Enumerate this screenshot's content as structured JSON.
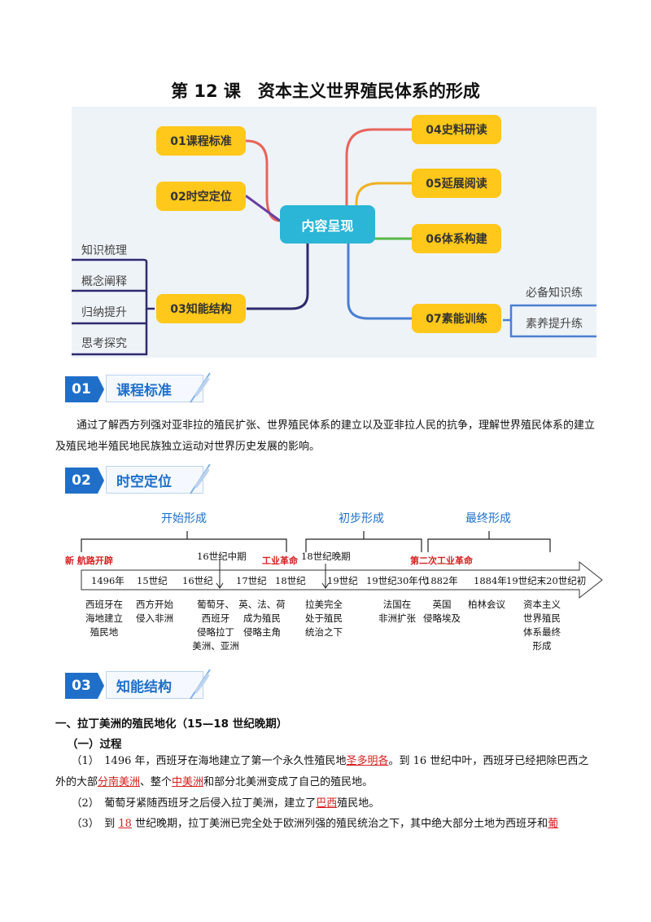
{
  "title": "第 12 课　资本主义世界殖民体系的形成",
  "mindmap": {
    "center": "内容呈现",
    "left_nodes": [
      "01课程标准",
      "02时空定位",
      "03知能结构"
    ],
    "right_nodes": [
      "04史料研读",
      "05延展阅读",
      "06体系构建",
      "07素能训练"
    ],
    "node03_children": [
      "知识梳理",
      "概念阐释",
      "归纳提升",
      "思考探究"
    ],
    "node07_children": [
      "必备知识练",
      "素养提升练"
    ]
  },
  "sections": [
    {
      "num": "01",
      "label": "课程标准"
    },
    {
      "num": "02",
      "label": "时空定位"
    },
    {
      "num": "03",
      "label": "知能结构"
    }
  ],
  "standard_text": "通过了解西方列强对亚非拉的殖民扩张、世界殖民体系的建立以及亚非拉人民的抗争，理解世界殖民体系的建立及殖民地半殖民地民族独立运动对世界历史发展的影响。",
  "timeline": {
    "phases": [
      "开始形成",
      "初步形成",
      "最终形成"
    ],
    "top_labels": [
      "16世纪中期",
      "18世纪晚期"
    ],
    "red_labels": [
      "新  航路开辟",
      "工业革命",
      "第二次工业革命"
    ],
    "ticks": [
      "1496年",
      "15世纪",
      "16世纪",
      "17世纪",
      "18世纪",
      "19世纪",
      "19世纪30年代",
      "1882年",
      "1884年",
      "19世纪末20世纪初"
    ],
    "events": [
      "西班牙在\n海地建立\n殖民地",
      "西方开始\n侵入非洲",
      "葡萄牙、\n西班牙\n侵略拉丁\n美洲、亚洲",
      "英、法、荷\n成为殖民\n侵略主角",
      "拉美完全\n处于殖民\n统治之下",
      "法国在\n非洲扩张",
      "英国\n侵略埃及",
      "柏林会议",
      "资本主义\n世界殖民\n体系最终\n形成"
    ]
  },
  "section3": {
    "heading1": "一、拉丁美洲的殖民地化（15—18 世纪晚期）",
    "heading2": "（一）过程",
    "p1_a": "（1）　1496 年，西班牙在海地建立了第一个永久性殖民地",
    "p1_r1": "圣多明各",
    "p1_b": "。到 16 世纪中叶，西班牙已经把除巴西之外的大部",
    "p1_r2": "分南美洲",
    "p1_c": "、整个",
    "p1_r3": "中美洲",
    "p1_d": "和部分北美洲变成了自己的殖民地。",
    "p2_a": "（2）　葡萄牙紧随西班牙之后侵入拉丁美洲，建立了",
    "p2_r1": "巴西",
    "p2_b": "殖民地。",
    "p3_a": "（3）　到 ",
    "p3_r1": "18",
    "p3_b": " 世纪晚期，拉丁美洲已完全处于欧洲列强的殖民统治之下，其中绝大部分土地为西班牙和",
    "p3_r2": "葡"
  }
}
